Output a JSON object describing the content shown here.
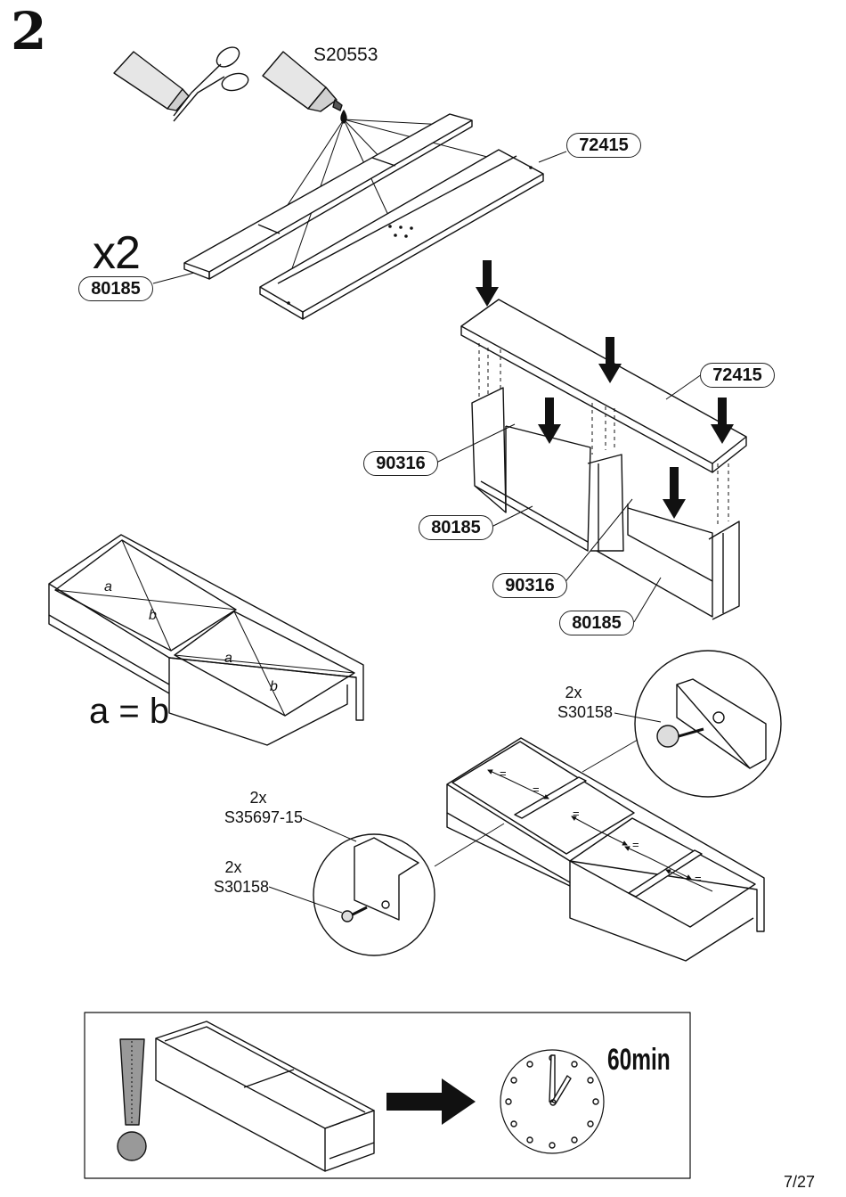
{
  "step": {
    "number": "2"
  },
  "glue": {
    "code": "S20553"
  },
  "panel1": {
    "multiplier": "x2",
    "part_a": "72415",
    "part_b": "80185"
  },
  "panel2": {
    "top": "72415",
    "left_divider": "90316",
    "left_bottom": "80185",
    "right_divider": "90316",
    "right_bottom": "80185"
  },
  "panel3": {
    "equation": "a = b",
    "label_a": "a",
    "label_b": "b"
  },
  "panel4": {
    "screw_top": {
      "qty": "2x",
      "code": "S30158"
    },
    "bracket": {
      "qty": "2x",
      "code": "S35697-15"
    },
    "screw_bottom": {
      "qty": "2x",
      "code": "S30158"
    },
    "equal_mark": "="
  },
  "footer_box": {
    "duration": "60min"
  },
  "page": {
    "number": "7/27"
  }
}
